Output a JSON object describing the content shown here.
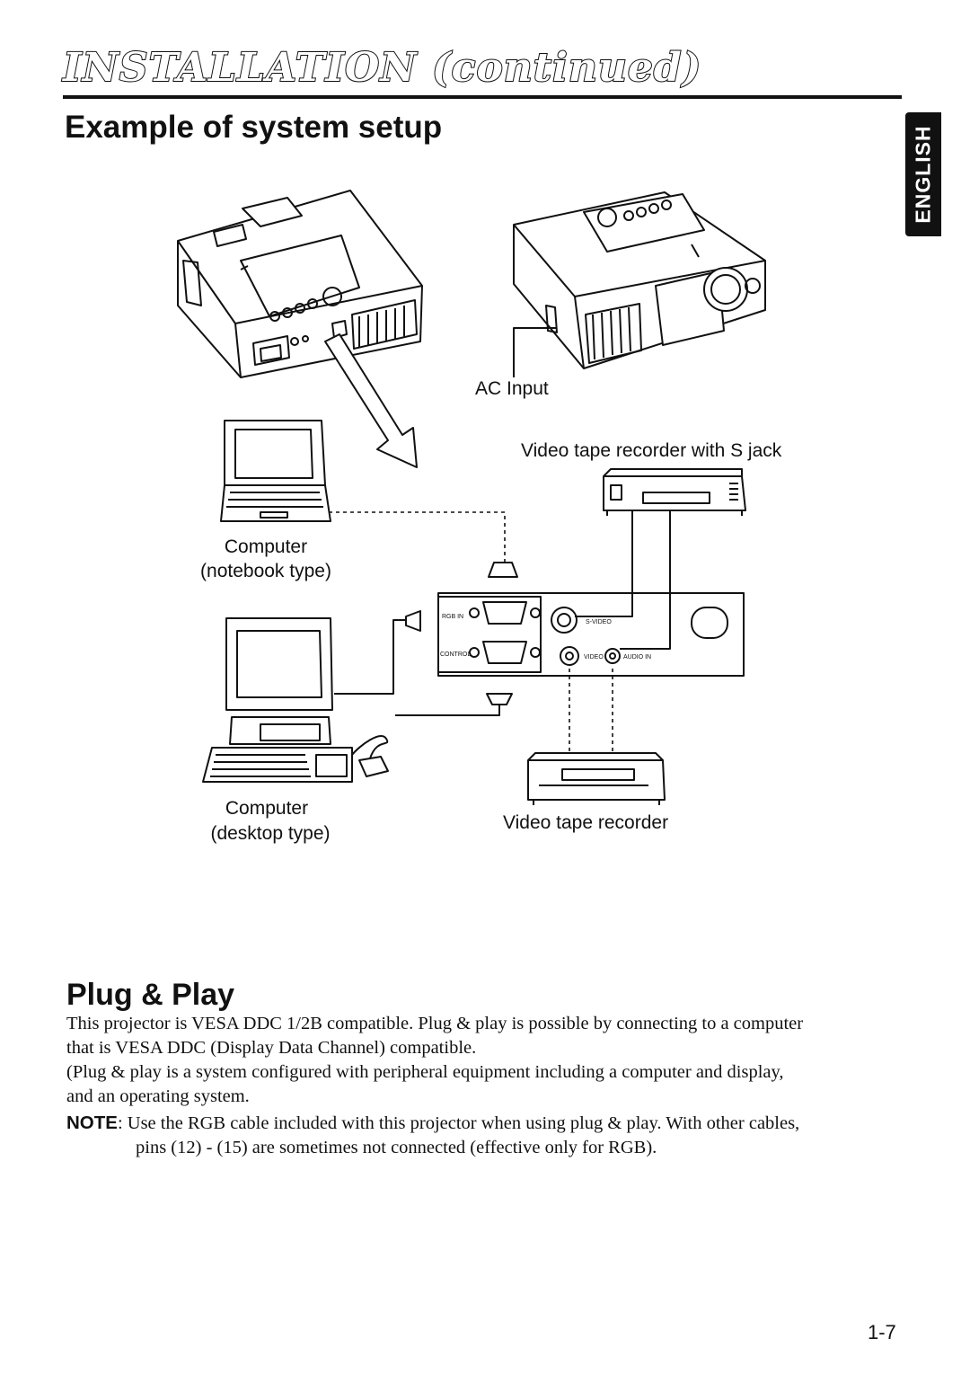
{
  "header": {
    "title": "INSTALLATION (continued)",
    "language_tab": "ENGLISH"
  },
  "setup_section": {
    "title": "Example of system setup",
    "labels": {
      "ac_input": "AC Input",
      "vcr_s_jack": "Video tape recorder with S jack",
      "computer_notebook_1": "Computer",
      "computer_notebook_2": "(notebook type)",
      "computer_desktop_1": "Computer",
      "computer_desktop_2": "(desktop type)",
      "vcr": "Video tape recorder"
    },
    "panel_labels": {
      "rgb_in": "RGB IN",
      "control": "CONTROL",
      "s_video": "S-VIDEO",
      "video": "VIDEO",
      "audio_in": "AUDIO IN"
    }
  },
  "plug_play": {
    "title": "Plug & Play",
    "para1_line1": "This projector is VESA DDC 1/2B compatible. Plug & play is possible by connecting to a computer",
    "para1_line2": "that is VESA DDC (Display Data Channel) compatible.",
    "para2_line1": "(Plug & play is a system configured with peripheral equipment including a computer and display,",
    "para2_line2": "and an operating system.",
    "note_label": "NOTE",
    "note_line1": ": Use the RGB cable included with this projector when using plug & play. With other cables,",
    "note_line2": "pins (12) - (15) are sometimes not connected (effective only for RGB)."
  },
  "page_number": "1-7"
}
